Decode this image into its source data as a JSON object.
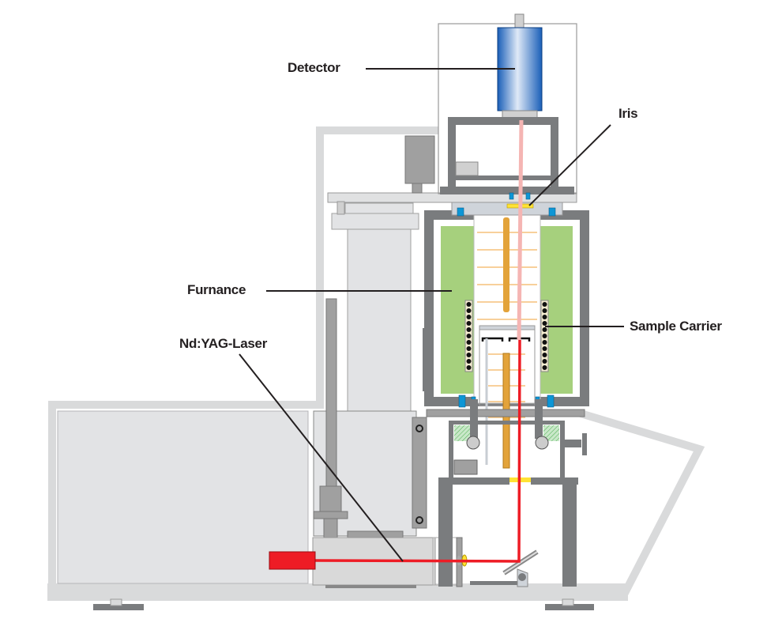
{
  "labels": {
    "detector": "Detector",
    "iris": "Iris",
    "furnace": "Furnance",
    "sample_carrier": "Sample Carrier",
    "laser": "Nd:YAG-Laser"
  },
  "colors": {
    "housing": "#d9dadb",
    "panel": "#e2e3e5",
    "frame": "#7a7c7e",
    "insulation": "#a6d07d",
    "rod": "#e3a33a",
    "laser_beam": "#ee1c25",
    "detector_beam": "#f5b5b3",
    "detector": "#1e6fc9",
    "seal": "#0d96d6",
    "iris": "#ffe234"
  }
}
